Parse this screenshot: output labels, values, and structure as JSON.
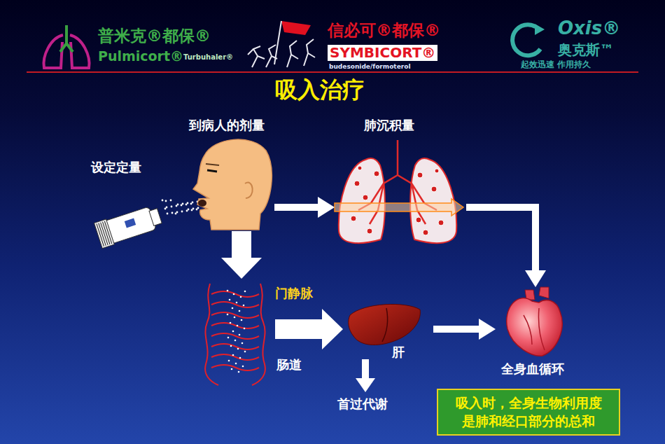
{
  "diagram": {
    "title": "吸入治疗",
    "nodes": [
      {
        "text": [
          "设定定量"
        ]
      },
      {
        "text": [
          "到病人的剂量"
        ]
      },
      {
        "text": [
          "肺沉积量"
        ]
      },
      {
        "text": [
          "肠道"
        ]
      },
      {
        "text": [
          "肝"
        ]
      },
      {
        "text": [
          "首过代谢"
        ]
      },
      {
        "text": [
          "全身血循环"
        ]
      },
      {
        "text": [
          "吸入时，全身生物利用度 是肺和经口部分的总和"
        ]
      }
    ],
    "edges": [
      {
        "from": 1,
        "to": 2,
        "arrow": "to"
      },
      {
        "from": 1,
        "to": 3,
        "arrow": "to"
      },
      {
        "from": 3,
        "to": 4,
        "label": "门静脉",
        "arrow": "to"
      },
      {
        "from": 4,
        "to": 6,
        "arrow": "to"
      },
      {
        "from": 4,
        "to": 5,
        "arrow": "to"
      },
      {
        "from": 2,
        "to": 6,
        "arrow": "to"
      }
    ],
    "labels": [
      "普米克®都保®",
      "Pulmicort®",
      "Turbuhaler®",
      "信必可®都保®",
      "SYMBICORT®",
      "budesonide/formoterol",
      "Oxis®",
      "奥克斯™",
      "起效迅速 作用持久"
    ]
  }
}
